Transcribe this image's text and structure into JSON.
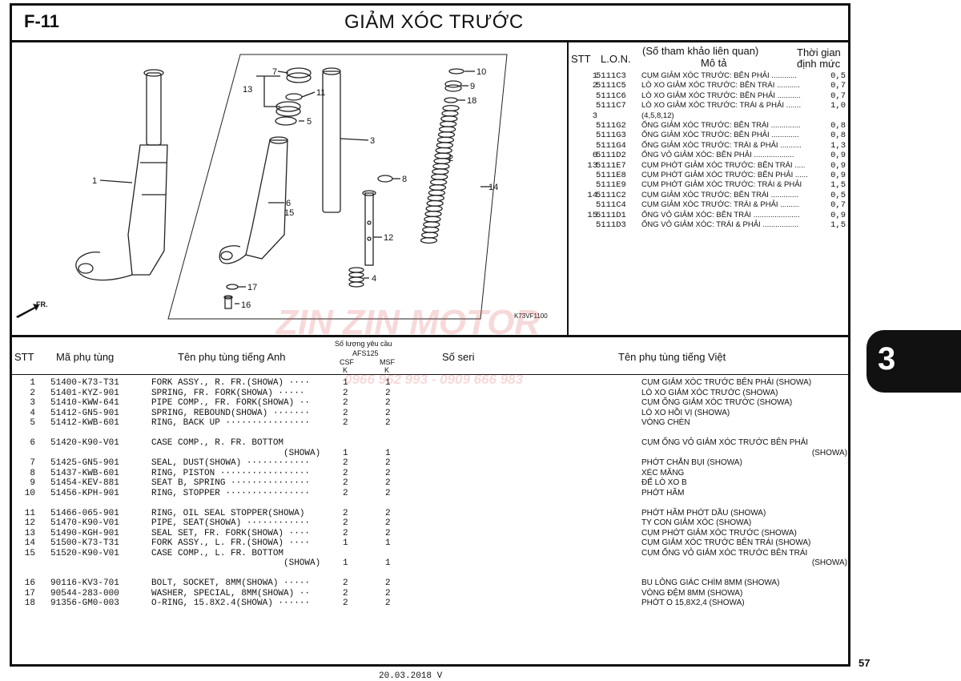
{
  "section_code": "F-11",
  "title": "GIẢM XÓC TRƯỚC",
  "diagram": {
    "code": "K73VF1100",
    "front_label": "FR.",
    "callouts": [
      "1",
      "2",
      "3",
      "4",
      "5",
      "6",
      "7",
      "8",
      "9",
      "10",
      "11",
      "12",
      "13",
      "14",
      "15",
      "16",
      "17",
      "18"
    ]
  },
  "ref_table": {
    "headers": {
      "stt": "STT",
      "lon": "L.O.N.",
      "desc_line1": "(Số tham khảo liên quan)",
      "desc_line2": "Mô tả",
      "time_line1": "Thời gian",
      "time_line2": "định mức"
    },
    "rows": [
      {
        "stt": "1",
        "lon": "5111C3",
        "desc": "CỤM GIẢM XÓC TRƯỚC: BÊN PHẢI ............",
        "time": "0,5"
      },
      {
        "stt": "2",
        "lon": "5111C5",
        "desc": "LÒ XO GIẢM XÓC TRƯỚC: BÊN TRÁI ...........",
        "time": "0,7"
      },
      {
        "stt": "",
        "lon": "5111C6",
        "desc": "LÒ XO GIẢM XÓC TRƯỚC: BÊN PHẢI ...........",
        "time": "0,7"
      },
      {
        "stt": "",
        "lon": "5111C7",
        "desc": "LÒ XO GIẢM XÓC TRƯỚC: TRÁI & PHẢI .......",
        "time": "1,0"
      },
      {
        "stt": "3",
        "lon": "",
        "desc": "(4,5,8,12)",
        "time": ""
      },
      {
        "stt": "",
        "lon": "5111G2",
        "desc": "ỐNG GIẢM XÓC TRƯỚC: BÊN TRÁI ..............",
        "time": "0,8"
      },
      {
        "stt": "",
        "lon": "5111G3",
        "desc": "ỐNG GIẢM XÓC TRƯỚC: BÊN PHẢI .............",
        "time": "0,8"
      },
      {
        "stt": "",
        "lon": "5111G4",
        "desc": "ỐNG GIẢM XÓC TRƯỚC: TRÁI & PHẢI ..........",
        "time": "1,3"
      },
      {
        "stt": "6",
        "lon": "5111D2",
        "desc": "ỐNG VỎ GIẢM XÓC: BÊN PHẢI ...................",
        "time": "0,9"
      },
      {
        "stt": "13",
        "lon": "5111E7",
        "desc": "CỤM PHỚT GIẢM XÓC TRƯỚC: BÊN TRÁI .....",
        "time": "0,9"
      },
      {
        "stt": "",
        "lon": "5111E8",
        "desc": "CỤM PHỚT GIẢM XÓC TRƯỚC: BÊN PHẢI ......",
        "time": "0,9"
      },
      {
        "stt": "",
        "lon": "5111E9",
        "desc": "CỤM PHỚT GIẢM XÓC TRƯỚC: TRÁI & PHẢI",
        "time": "1,5"
      },
      {
        "stt": "14",
        "lon": "5111C2",
        "desc": "CỤM GIẢM XÓC TRƯỚC: BÊN TRÁI .............",
        "time": "0,5"
      },
      {
        "stt": "",
        "lon": "5111C4",
        "desc": "CỤM GIẢM XÓC TRƯỚC: TRÁI & PHẢI .........",
        "time": "0,7"
      },
      {
        "stt": "15",
        "lon": "5111D1",
        "desc": "ỐNG VỎ GIẢM XÓC: BÊN TRÁI ......................",
        "time": "0,9"
      },
      {
        "stt": "",
        "lon": "5111D3",
        "desc": "ỐNG VỎ GIẢM XÓC: TRÁI & PHẢI .................",
        "time": "1,5"
      }
    ]
  },
  "parts_table": {
    "headers": {
      "stt": "STT",
      "part_no": "Mã phụ tùng",
      "name_en": "Tên phụ tùng tiếng Anh",
      "qty_line1": "Số lượng yêu cầu",
      "qty_model": "AFS125",
      "csf": "CSF",
      "msf": "MSF",
      "k1": "K",
      "k2": "K",
      "serial": "Số seri",
      "name_vi": "Tên phụ tùng tiếng Việt"
    },
    "rows": [
      {
        "stt": "1",
        "part": "51400-K73-T31",
        "en": "FORK ASSY., R. FR.(SHOWA) ····",
        "csf": "1",
        "msf": "1",
        "vi": "CỤM GIẢM XÓC TRƯỚC BÊN PHẢI (SHOWA)"
      },
      {
        "stt": "2",
        "part": "51401-KYZ-901",
        "en": "SPRING, FR. FORK(SHOWA) ·····",
        "csf": "2",
        "msf": "2",
        "vi": "LÒ XO GIẢM XÓC TRƯỚC (SHOWA)"
      },
      {
        "stt": "3",
        "part": "51410-KWW-641",
        "en": "PIPE COMP., FR. FORK(SHOWA) ··",
        "csf": "2",
        "msf": "2",
        "vi": "CỤM ỐNG GIẢM XÓC TRƯỚC (SHOWA)"
      },
      {
        "stt": "4",
        "part": "51412-GN5-901",
        "en": "SPRING, REBOUND(SHOWA) ·······",
        "csf": "2",
        "msf": "2",
        "vi": "LÒ XO HỒI VỊ (SHOWA)"
      },
      {
        "stt": "5",
        "part": "51412-KWB-601",
        "en": "RING, BACK UP ················",
        "csf": "2",
        "msf": "2",
        "vi": "VÒNG CHÈN"
      },
      {
        "stt": "6",
        "part": "51420-K90-V01",
        "en": "CASE COMP., R. FR. BOTTOM",
        "en2": "(SHOWA)",
        "csf": "1",
        "msf": "1",
        "vi": "CỤM ỐNG VỎ GIẢM XÓC TRƯỚC BÊN PHẢI",
        "vi2": "(SHOWA)"
      },
      {
        "stt": "7",
        "part": "51425-GN5-901",
        "en": "SEAL, DUST(SHOWA) ············",
        "csf": "2",
        "msf": "2",
        "vi": "PHỚT CHẮN BỤI (SHOWA)"
      },
      {
        "stt": "8",
        "part": "51437-KWB-601",
        "en": "RING, PISTON ·················",
        "csf": "2",
        "msf": "2",
        "vi": "XÉC MĂNG"
      },
      {
        "stt": "9",
        "part": "51454-KEV-881",
        "en": "SEAT B, SPRING ···············",
        "csf": "2",
        "msf": "2",
        "vi": "ĐẾ LÒ XO B"
      },
      {
        "stt": "10",
        "part": "51456-KPH-901",
        "en": "RING, STOPPER ················",
        "csf": "2",
        "msf": "2",
        "vi": "PHỚT HÃM"
      },
      {
        "stt": "11",
        "part": "51466-065-901",
        "en": "RING, OIL SEAL STOPPER(SHOWA)",
        "csf": "2",
        "msf": "2",
        "vi": "PHỚT HÃM PHỚT DẦU (SHOWA)"
      },
      {
        "stt": "12",
        "part": "51470-K90-V01",
        "en": "PIPE, SEAT(SHOWA) ············",
        "csf": "2",
        "msf": "2",
        "vi": "TY CON GIẢM XÓC (SHOWA)"
      },
      {
        "stt": "13",
        "part": "51490-KGH-901",
        "en": "SEAL SET, FR. FORK(SHOWA) ····",
        "csf": "2",
        "msf": "2",
        "vi": "CỤM PHỚT GIẢM XÓC TRƯỚC (SHOWA)"
      },
      {
        "stt": "14",
        "part": "51500-K73-T31",
        "en": "FORK ASSY., L. FR.(SHOWA) ····",
        "csf": "1",
        "msf": "1",
        "vi": "CỤM GIẢM XÓC TRƯỚC BÊN TRÁI (SHOWA)"
      },
      {
        "stt": "15",
        "part": "51520-K90-V01",
        "en": "CASE COMP., L. FR. BOTTOM",
        "en2": "(SHOWA)",
        "csf": "1",
        "msf": "1",
        "vi": "CỤM ỐNG VỎ GIẢM XÓC TRƯỚC BÊN TRÁI",
        "vi2": "(SHOWA)"
      },
      {
        "stt": "16",
        "part": "90116-KV3-701",
        "en": "BOLT, SOCKET, 8MM(SHOWA) ·····",
        "csf": "2",
        "msf": "2",
        "vi": "BU LÔNG GIÁC CHÌM 8MM (SHOWA)"
      },
      {
        "stt": "17",
        "part": "90544-283-000",
        "en": "WASHER, SPECIAL, 8MM(SHOWA) ··",
        "csf": "2",
        "msf": "2",
        "vi": "VÒNG ĐỆM 8MM (SHOWA)"
      },
      {
        "stt": "18",
        "part": "91356-GM0-003",
        "en": "O-RING, 15.8X2.4(SHOWA) ······",
        "csf": "2",
        "msf": "2",
        "vi": "PHỚT O 15,8X2,4 (SHOWA)"
      }
    ]
  },
  "chapter_tab": "3",
  "page_number": "57",
  "footer_date": "20.03.2018  V",
  "watermark": {
    "brand": "ZIN ZIN MOTOR",
    "phones": "0966 962 993 - 0909 666 983"
  }
}
